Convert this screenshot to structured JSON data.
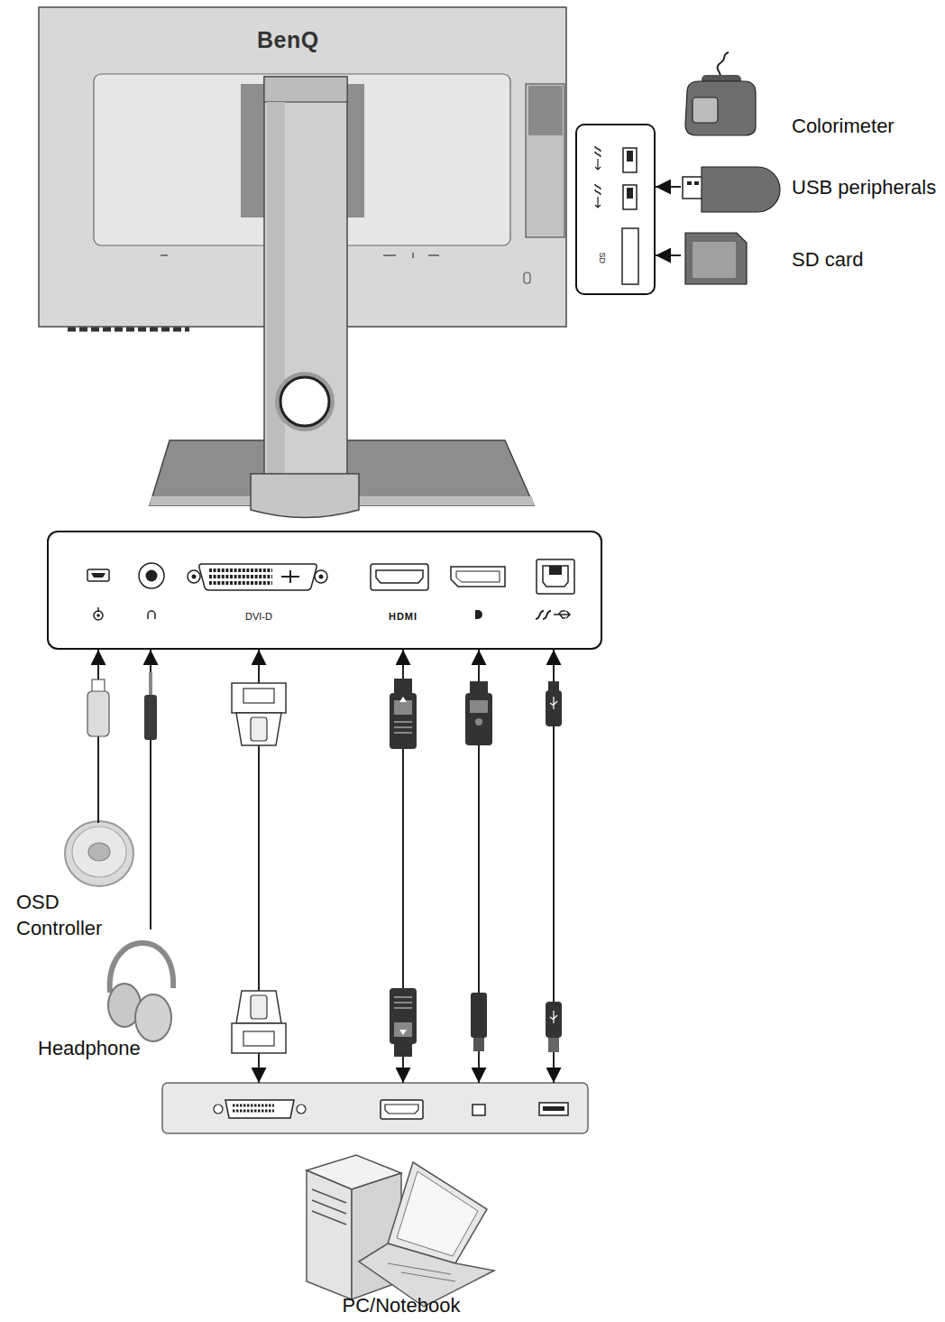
{
  "diagram": {
    "nodes": [
      {
        "text": [
          "Colorimeter"
        ]
      },
      {
        "text": [
          "SD"
        ]
      },
      {
        "text": [
          "USB peripherals"
        ]
      },
      {
        "text": [
          "SD card"
        ]
      },
      {
        "text": [
          "DVI-D",
          "HDMI"
        ]
      },
      {
        "text": [
          "OSD Controller"
        ]
      },
      {
        "text": [
          "Headphone"
        ]
      },
      {
        "text": [
          "PC/Notebook"
        ]
      }
    ],
    "edges": [
      {
        "from": 5,
        "to": 4,
        "arrow": "to"
      },
      {
        "from": 6,
        "to": 4,
        "arrow": "to"
      },
      {
        "from": 7,
        "to": 4,
        "arrow": "both"
      },
      {
        "from": 7,
        "to": 4,
        "arrow": "both"
      },
      {
        "from": 7,
        "to": 4,
        "arrow": "both"
      },
      {
        "from": 7,
        "to": 4,
        "arrow": "both"
      },
      {
        "from": 2,
        "to": 1,
        "arrow": "to"
      },
      {
        "from": 3,
        "to": 1,
        "arrow": "to"
      }
    ],
    "labels": [
      "BenQ"
    ]
  }
}
